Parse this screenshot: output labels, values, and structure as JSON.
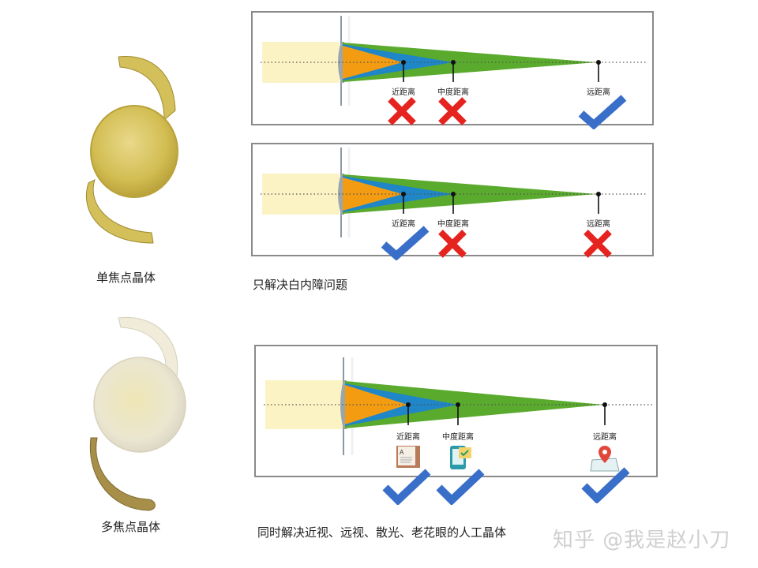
{
  "lenses": {
    "monofocal": {
      "label": "单焦点晶体",
      "color": "#d4c05a"
    },
    "multifocal": {
      "label": "多焦点晶体",
      "color": "#efeadb"
    }
  },
  "captions": {
    "monofocal": "只解决白内障问题",
    "multifocal": "同时解决近视、远视、散光、老花眼的人工晶体"
  },
  "distance_labels": {
    "near": "近距离",
    "intermediate": "中度距离",
    "far": "远距离"
  },
  "panels": [
    {
      "id": "mono-far-focus",
      "near": "cross",
      "intermediate": "cross",
      "far": "check"
    },
    {
      "id": "mono-near-focus",
      "near": "check",
      "intermediate": "cross",
      "far": "cross"
    },
    {
      "id": "multifocal",
      "near": "check",
      "intermediate": "check",
      "far": "check"
    }
  ],
  "icons": {
    "near": "book-icon",
    "intermediate": "tablet-icon",
    "far": "map-pin-icon"
  },
  "colors": {
    "incoming_light": "#fbf3c4",
    "near_beam": "#f39c12",
    "intermediate_beam": "#1f86c8",
    "far_beam": "#5aaa2e",
    "check": "#3a6fc9",
    "cross": "#e52420",
    "panel_border": "#8a8a8a"
  },
  "watermark": "知乎 @我是赵小刀"
}
